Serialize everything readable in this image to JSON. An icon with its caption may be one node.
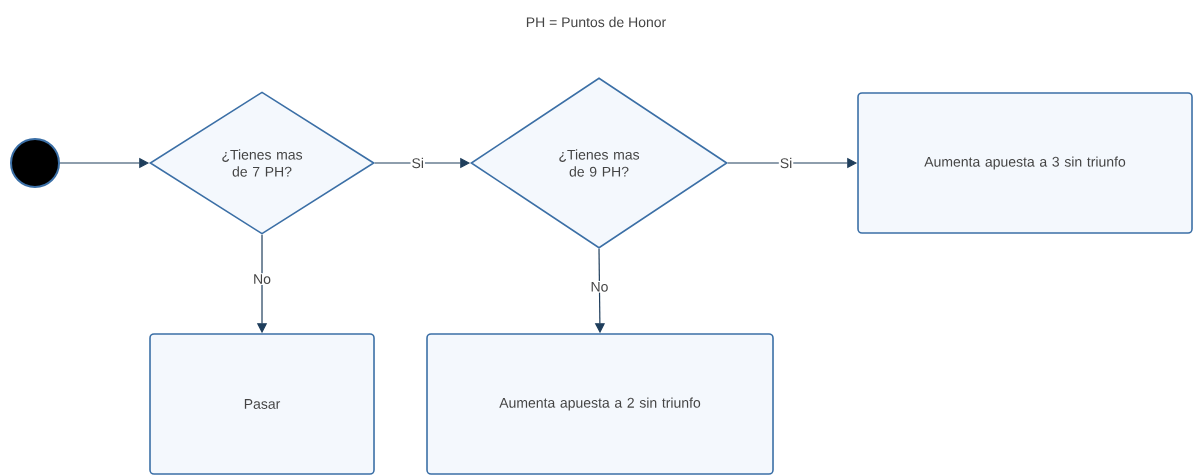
{
  "diagram": {
    "title": "PH = Puntos de Honor",
    "nodes": [
      {
        "text": [],
        "shape": "circle"
      },
      {
        "text": [
          "¿Tienes mas de 7 PH?"
        ]
      },
      {
        "text": [
          "¿Tienes mas de 9 PH?"
        ]
      },
      {
        "text": [
          "Aumenta apuesta a 3 sin triunfo"
        ]
      },
      {
        "text": [
          "Pasar"
        ]
      },
      {
        "text": [
          "Aumenta apuesta a 2 sin triunfo"
        ]
      }
    ],
    "edges": [
      {
        "from": 0,
        "to": 1,
        "arrow": "to"
      },
      {
        "from": 1,
        "to": 2,
        "arrow": "to",
        "label": "Si"
      },
      {
        "from": 2,
        "to": 3,
        "arrow": "to",
        "label": "Si"
      },
      {
        "from": 1,
        "to": 4,
        "arrow": "to",
        "label": "No"
      },
      {
        "from": 2,
        "to": 5,
        "arrow": "to",
        "label": "No"
      }
    ]
  }
}
